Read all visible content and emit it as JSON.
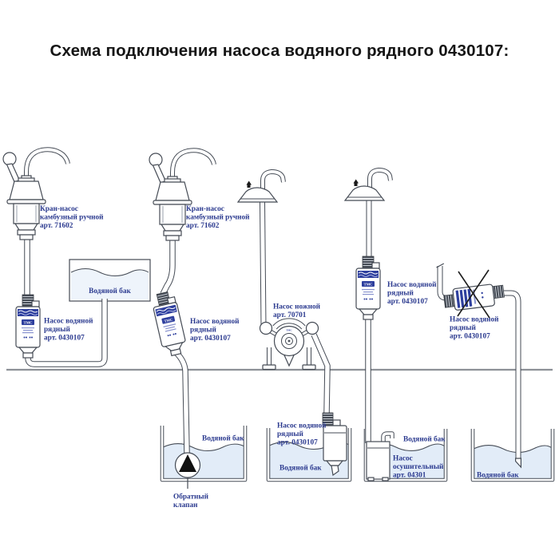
{
  "title": "Схема подключения насоса водяного рядного 0430107:",
  "labels": {
    "faucet_hand": [
      "Кран-насос",
      "камбузный ручной",
      "арт. 71602"
    ],
    "pump_inline": [
      "Насос водяной",
      "рядный",
      "арт. 0430107"
    ],
    "foot_pump": [
      "Насос ножной",
      "арт. 70701"
    ],
    "bilge_pump": [
      "Насос",
      "осушительный",
      "арт. 04301"
    ],
    "water_tank": "Водяной бак",
    "check_valve": [
      "Обратный",
      "клапан"
    ],
    "brand": "TMC"
  },
  "colors": {
    "title_text": "#151515",
    "label_text": "#2b3a8f",
    "accent_blue": "#2e3f9e",
    "line": "#454b55",
    "water": "#e2ecf8",
    "water_light": "#eef4fb",
    "floor": "#8d9197"
  }
}
